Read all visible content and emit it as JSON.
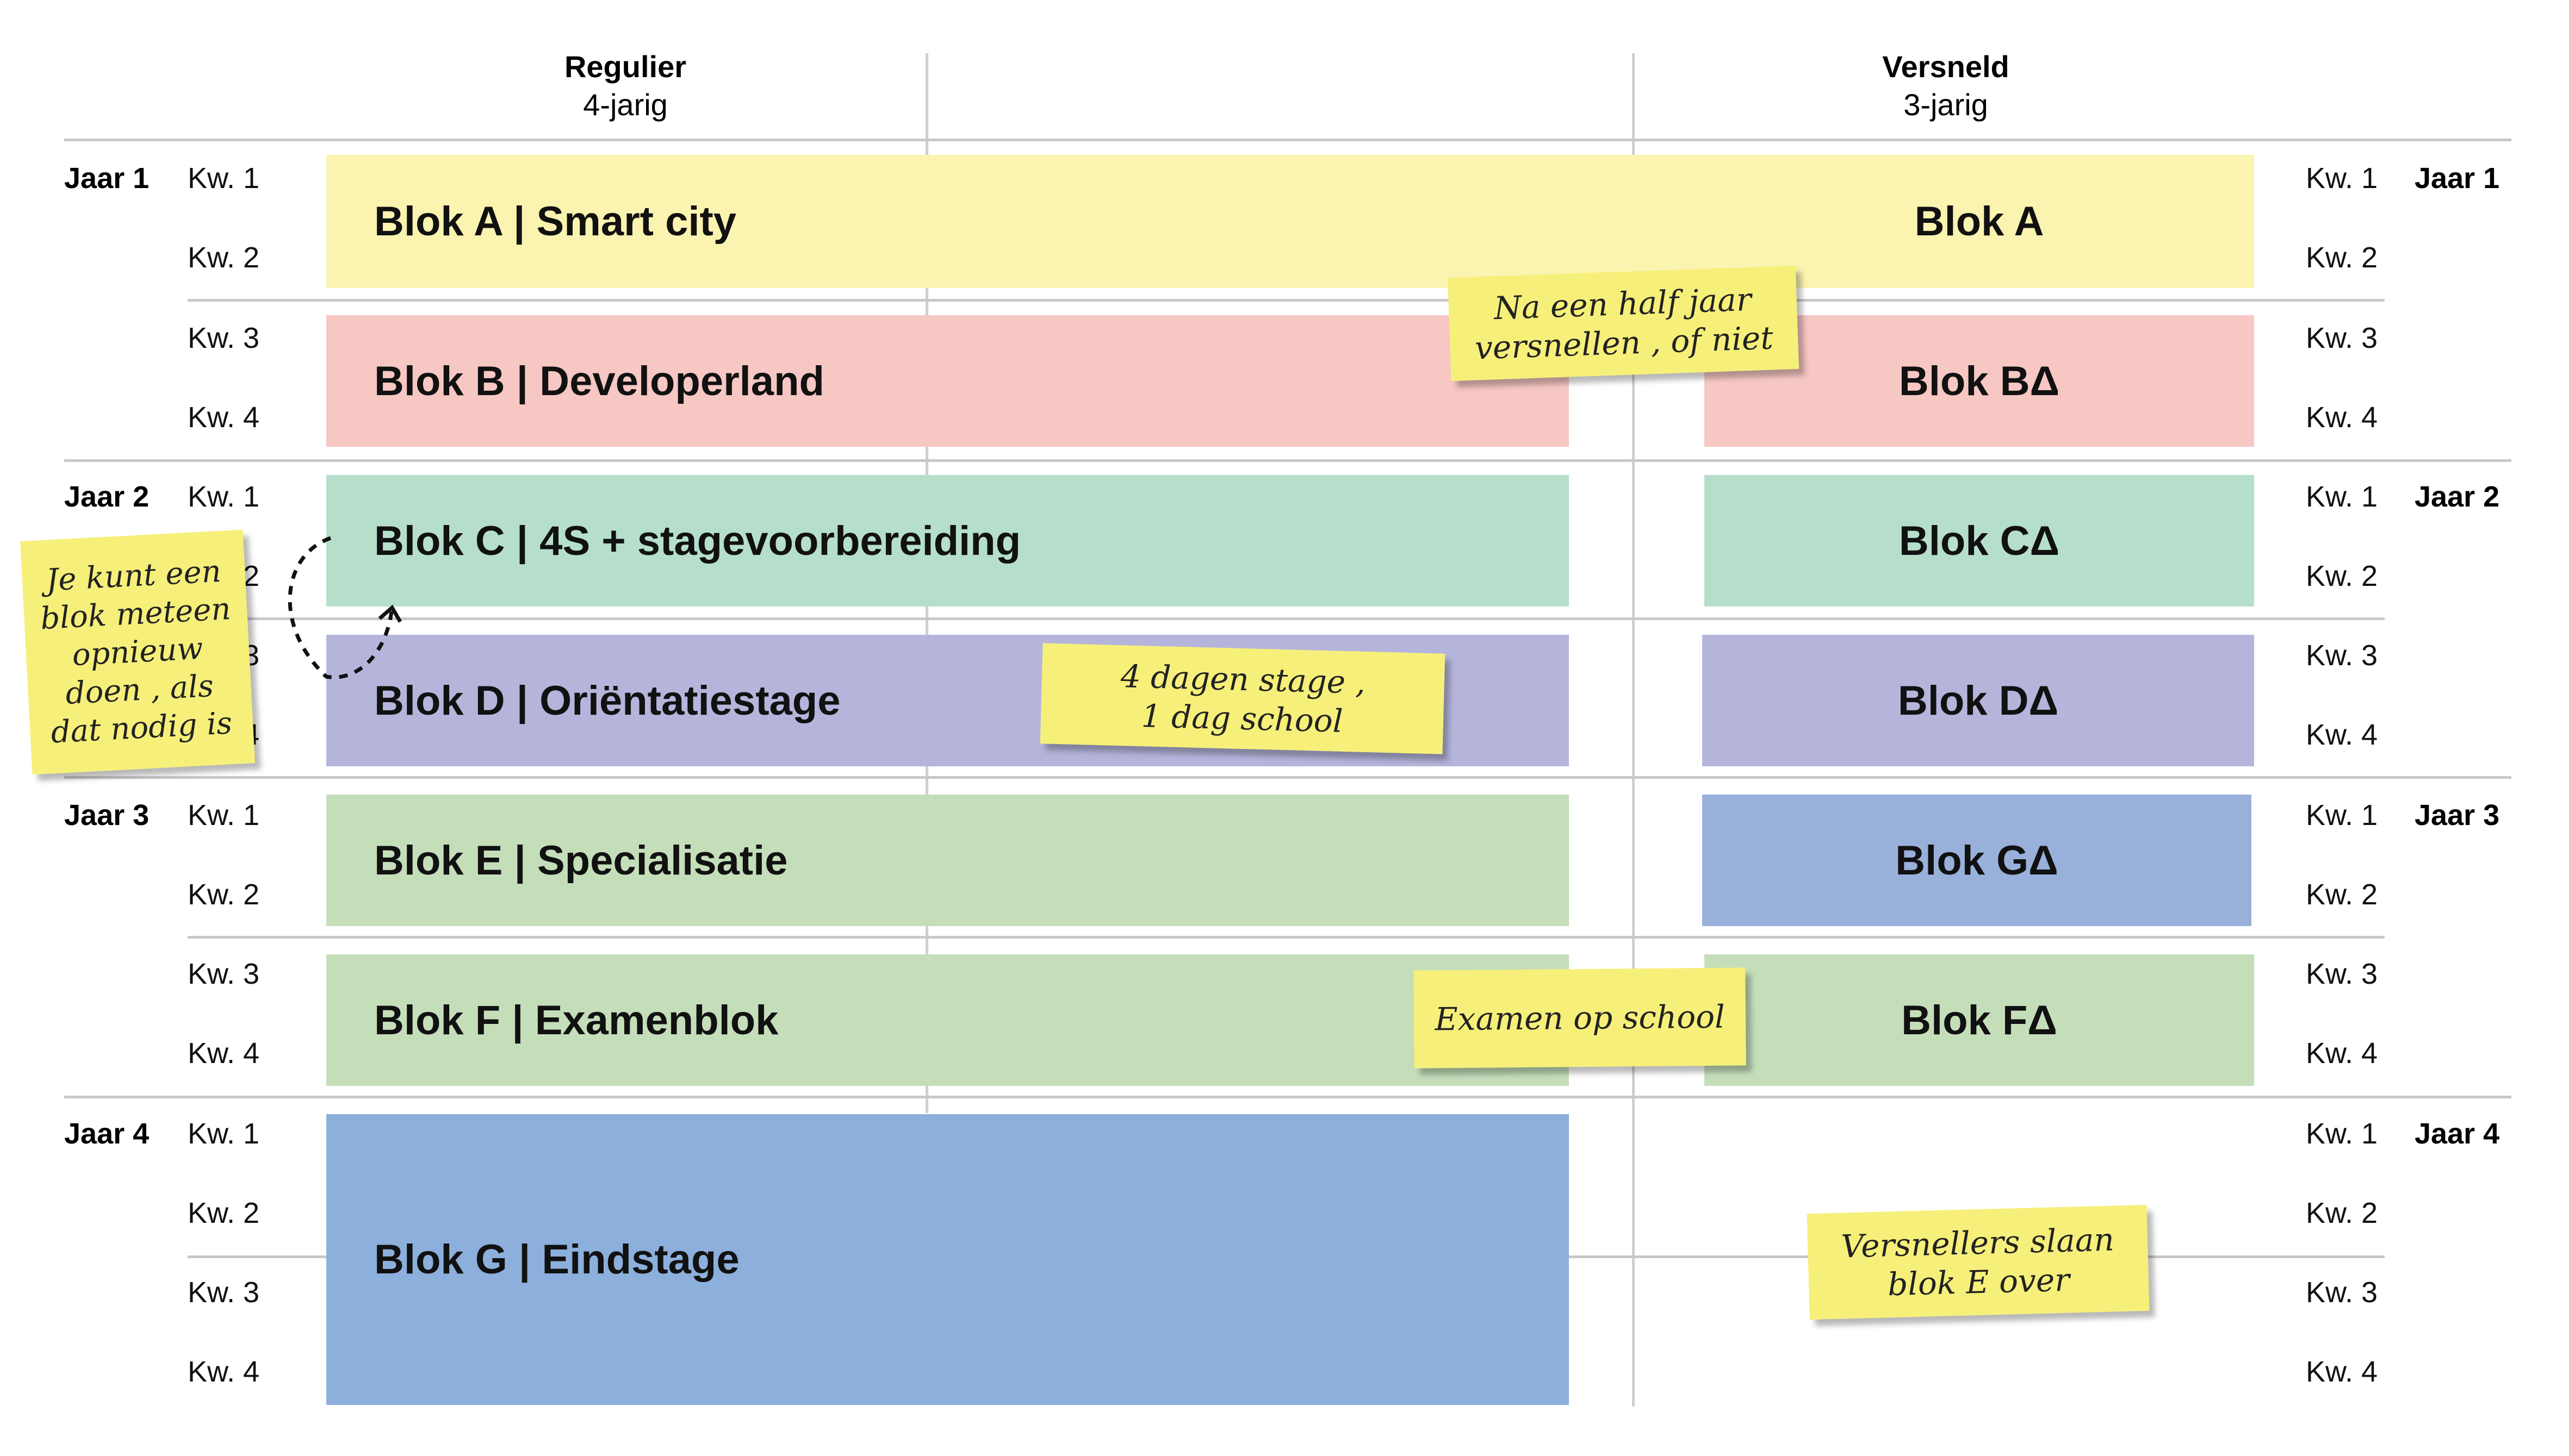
{
  "headers": {
    "regular": {
      "title": "Regulier",
      "subtitle": "4-jarig"
    },
    "fast": {
      "title": "Versneld",
      "subtitle": "3-jarig"
    }
  },
  "years": [
    "Jaar 1",
    "Jaar 2",
    "Jaar 3",
    "Jaar 4"
  ],
  "quarters": [
    "Kw. 1",
    "Kw. 2",
    "Kw. 3",
    "Kw. 4"
  ],
  "regular_blocks": {
    "a": "Blok A | Smart city",
    "b": "Blok B | Developerland",
    "c": "Blok C | 4S + stagevoorbereiding",
    "d": "Blok D | Oriëntatiestage",
    "e": "Blok E | Specialisatie",
    "f": "Blok F | Examenblok",
    "g": "Blok G | Eindstage"
  },
  "fast_blocks": {
    "b": "Blok BΔ",
    "c": "Blok CΔ",
    "d": "Blok DΔ",
    "g": "Blok GΔ",
    "f": "Blok FΔ"
  },
  "fast_blok_a": "Blok A",
  "notes": {
    "half_year": "Na een half jaar\nversnellen , of niet",
    "redo": "Je kunt een\nblok meteen\nopnieuw\ndoen , als\ndat nodig is",
    "stage": "4 dagen stage ,\n1 dag school",
    "exam": "Examen op school",
    "skip": "Versnellers slaan\nblok E over"
  },
  "colors": {
    "a": "#fbf3b0",
    "b": "#f6c7c3",
    "c": "#b5dfcb",
    "d": "#b5b5dc",
    "e": "#c4deba",
    "f": "#c4deba",
    "g": "#8cafdc",
    "g_fast": "#98b0da",
    "note": "#f6f07a"
  }
}
